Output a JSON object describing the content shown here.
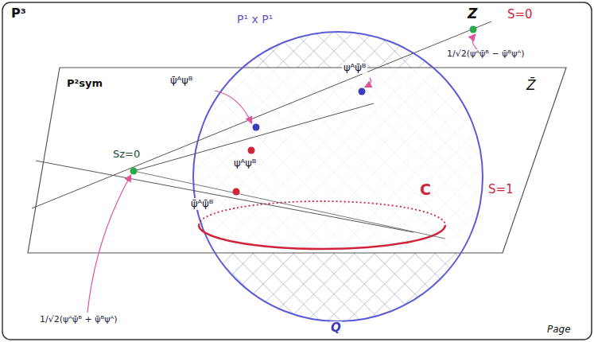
{
  "diagram": {
    "labels": [
      "P³",
      "P¹ x P¹",
      "ψᴬψ̄ᴮ",
      "Z",
      "S=0",
      "1/√2(ψᴬψ̄ᴮ − ψ̄ᴮψᴬ)",
      "ψ̄ᴬψᴮ",
      "P²sym",
      "Z̄",
      "Sz=0",
      "ψᴬψᴮ",
      "ψ̄ᴬψ̄ᴮ",
      "C",
      "S=1",
      "1/√2(ψᴬψ̄ᴮ + ψ̄ᴮψᴬ)",
      "Q",
      "Page"
    ]
  }
}
